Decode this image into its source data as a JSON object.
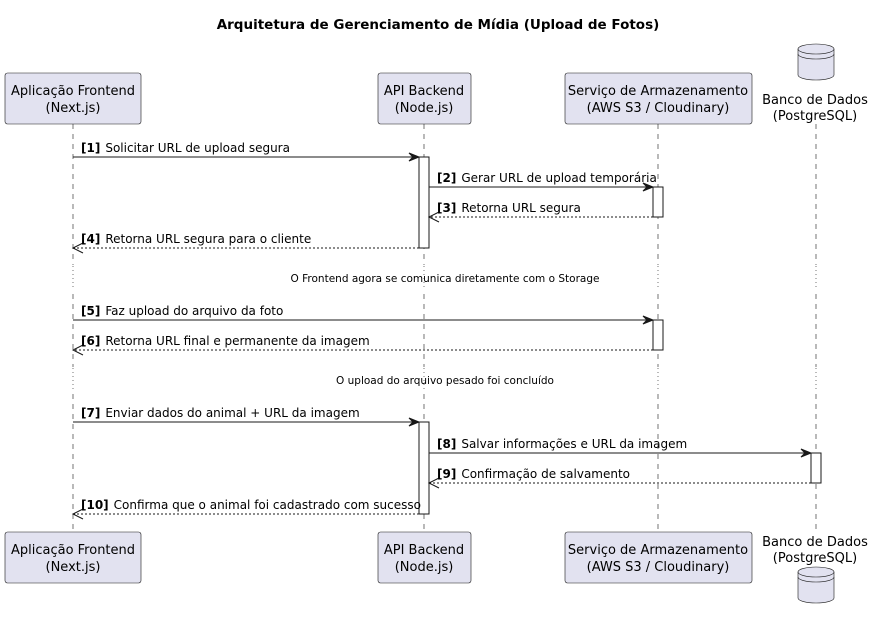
{
  "title": "Arquitetura de Gerenciamento de Mídia (Upload de Fotos)",
  "participants": [
    {
      "id": "frontend",
      "type": "participant",
      "lines": [
        "Aplicação Frontend",
        "(Next.js)"
      ]
    },
    {
      "id": "backend",
      "type": "participant",
      "lines": [
        "API Backend",
        "(Node.js)"
      ]
    },
    {
      "id": "storage",
      "type": "participant",
      "lines": [
        "Serviço de Armazenamento",
        "(AWS S3 / Cloudinary)"
      ]
    },
    {
      "id": "database",
      "type": "database",
      "lines": [
        "Banco de Dados",
        "(PostgreSQL)"
      ]
    }
  ],
  "messages": [
    {
      "num": "[1]",
      "text": "Solicitar URL de upload segura",
      "from": "frontend",
      "to": "backend",
      "style": "solid"
    },
    {
      "num": "[2]",
      "text": "Gerar URL de upload temporária",
      "from": "backend",
      "to": "storage",
      "style": "solid"
    },
    {
      "num": "[3]",
      "text": "Retorna URL segura",
      "from": "storage",
      "to": "backend",
      "style": "dashed"
    },
    {
      "num": "[4]",
      "text": "Retorna URL segura para o cliente",
      "from": "backend",
      "to": "frontend",
      "style": "dashed"
    },
    {
      "num": "[5]",
      "text": "Faz upload do arquivo da foto",
      "from": "frontend",
      "to": "storage",
      "style": "solid"
    },
    {
      "num": "[6]",
      "text": "Retorna URL final e permanente da imagem",
      "from": "storage",
      "to": "frontend",
      "style": "dashed"
    },
    {
      "num": "[7]",
      "text": "Enviar dados do animal + URL da imagem",
      "from": "frontend",
      "to": "backend",
      "style": "solid"
    },
    {
      "num": "[8]",
      "text": "Salvar informações e URL da imagem",
      "from": "backend",
      "to": "database",
      "style": "solid"
    },
    {
      "num": "[9]",
      "text": "Confirmação de salvamento",
      "from": "database",
      "to": "backend",
      "style": "dashed"
    },
    {
      "num": "[10]",
      "text": "Confirma que o animal foi cadastrado com sucesso",
      "from": "backend",
      "to": "frontend",
      "style": "dashed"
    }
  ],
  "dividers": [
    "O Frontend agora se comunica diretamente com o Storage",
    "O upload do arquivo pesado foi concluído"
  ]
}
